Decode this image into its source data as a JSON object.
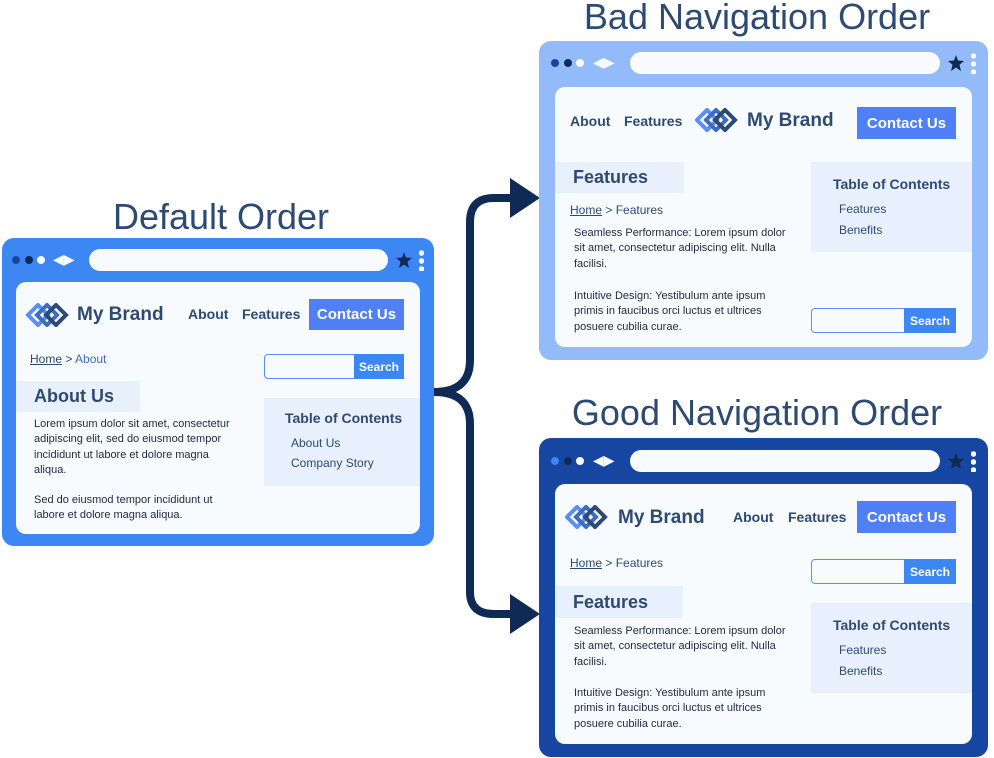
{
  "titles": {
    "default": "Default Order",
    "bad": "Bad Navigation Order",
    "good": "Good Navigation Order"
  },
  "colors": {
    "default_frame": "#3d87f5",
    "bad_frame": "#93bbfa",
    "good_frame": "#1746a2",
    "arrow": "#0f2a55",
    "button": "#5080f7"
  },
  "default": {
    "brand": "My Brand",
    "nav": [
      "About",
      "Features"
    ],
    "contact": "Contact Us",
    "breadcrumb_home": "Home",
    "breadcrumb_sep": " > ",
    "breadcrumb_current": "About",
    "search_button": "Search",
    "heading": "About Us",
    "para1": "Lorem ipsum dolor sit amet, consectetur adipiscing elit, sed do eiusmod tempor incididunt ut labore et dolore magna aliqua.",
    "para2": "Sed do eiusmod tempor incididunt ut labore et dolore magna aliqua.",
    "toc_title": "Table of Contents",
    "toc_items": [
      "About Us",
      "Company Story"
    ]
  },
  "bad": {
    "brand": "My Brand",
    "nav": [
      "About",
      "Features"
    ],
    "contact": "Contact Us",
    "breadcrumb_home": "Home",
    "breadcrumb_sep": " > ",
    "breadcrumb_current": "Features",
    "search_button": "Search",
    "heading": "Features",
    "para1": "Seamless Performance: Lorem ipsum dolor sit amet, consectetur adipiscing elit. Nulla facilisi.",
    "para2": "Intuitive Design: Yestibulum ante ipsum primis in faucibus orci luctus et ultrices posuere cubilia curae.",
    "toc_title": "Table of Contents",
    "toc_items": [
      "Features",
      "Benefits"
    ]
  },
  "good": {
    "brand": "My Brand",
    "nav": [
      "About",
      "Features"
    ],
    "contact": "Contact Us",
    "breadcrumb_home": "Home",
    "breadcrumb_sep": " > ",
    "breadcrumb_current": "Features",
    "search_button": "Search",
    "heading": "Features",
    "para1": "Seamless Performance: Lorem ipsum dolor sit amet, consectetur adipiscing elit. Nulla facilisi.",
    "para2": "Intuitive Design: Yestibulum ante ipsum primis in faucibus orci luctus et ultrices posuere cubilia curae.",
    "toc_title": "Table of Contents",
    "toc_items": [
      "Features",
      "Benefits"
    ]
  }
}
